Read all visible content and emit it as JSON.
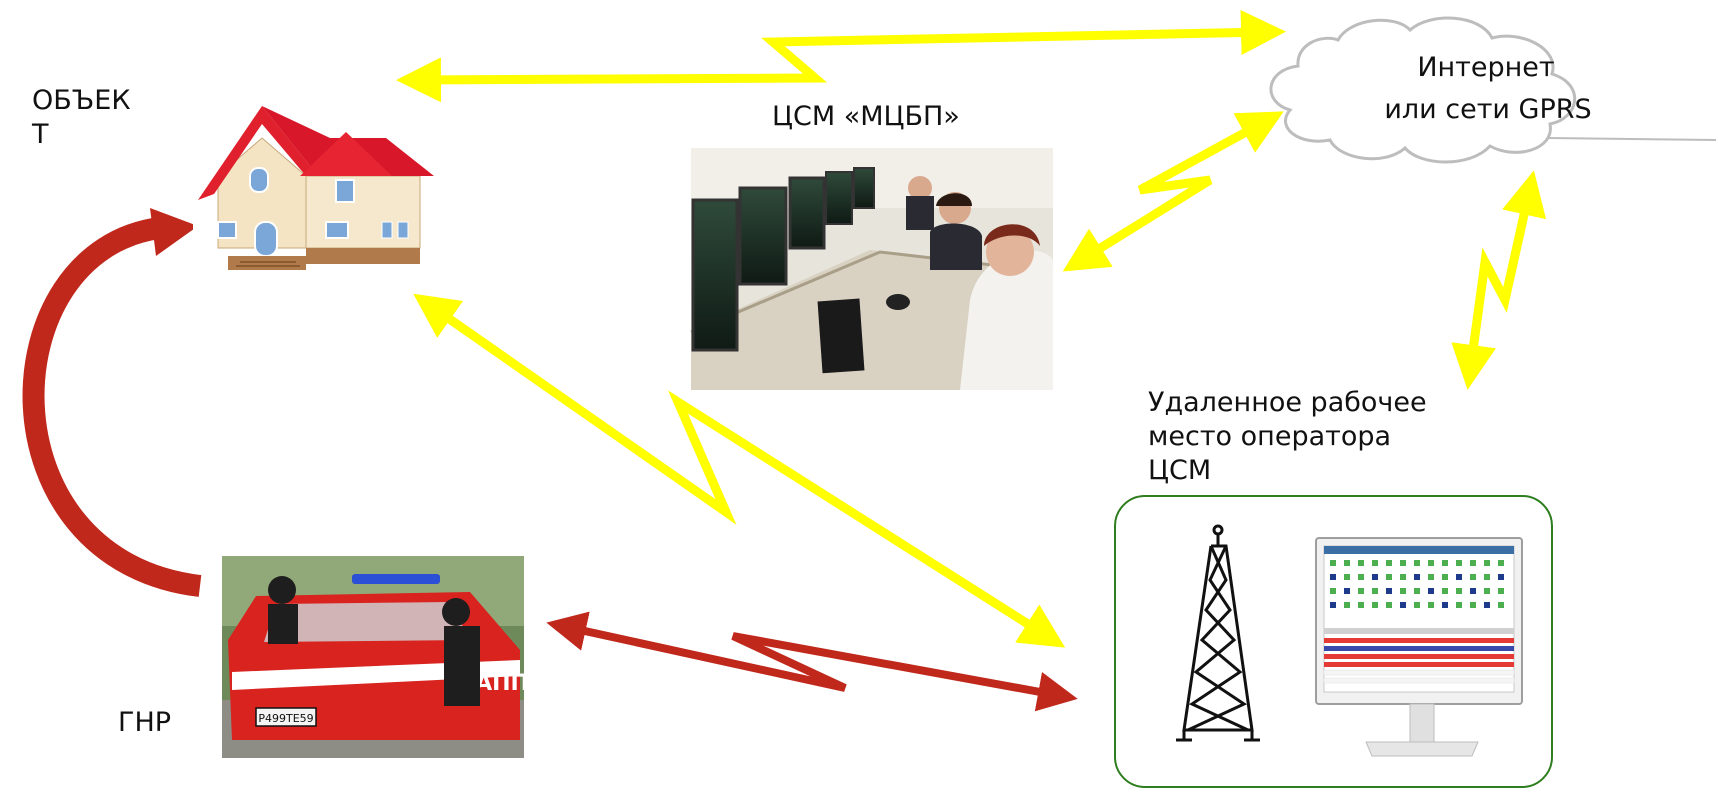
{
  "labels": {
    "object": "ОБЪЕК\nТ",
    "center": "ЦСМ «МЦБП»",
    "internet_line1": "Интернет",
    "internet_line2": "или сети GPRS",
    "remote": "Удаленное рабочее\nместо оператора\nЦСМ",
    "gnr": "ГНР"
  },
  "license_plate": "Р499ТЕ59",
  "car_side_text": "АПП",
  "colors": {
    "link_yellow": "#ffff00",
    "response_red": "#c0281c",
    "frame_green": "#2e7d1e",
    "cloud_gray": "#bdbdbd",
    "roof_red": "#e0202c"
  }
}
